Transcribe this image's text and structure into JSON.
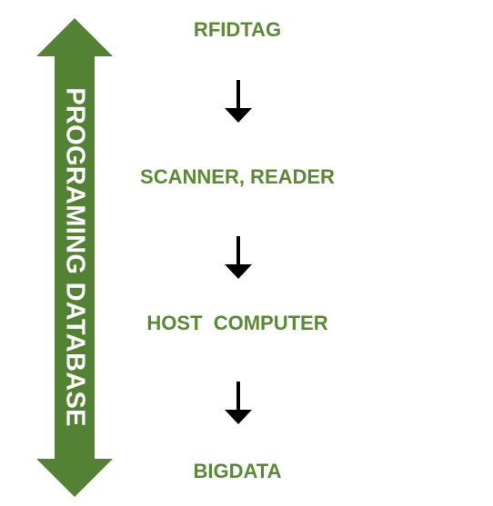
{
  "side_label": "PROGRAMING DATABASE",
  "steps": [
    "RFIDTAG",
    "SCANNER, READER",
    "HOST  COMPUTER",
    "BIGDATA"
  ],
  "colors": {
    "green": "#548235",
    "text_green": "#5b8a35",
    "arrow_black": "#000000"
  }
}
